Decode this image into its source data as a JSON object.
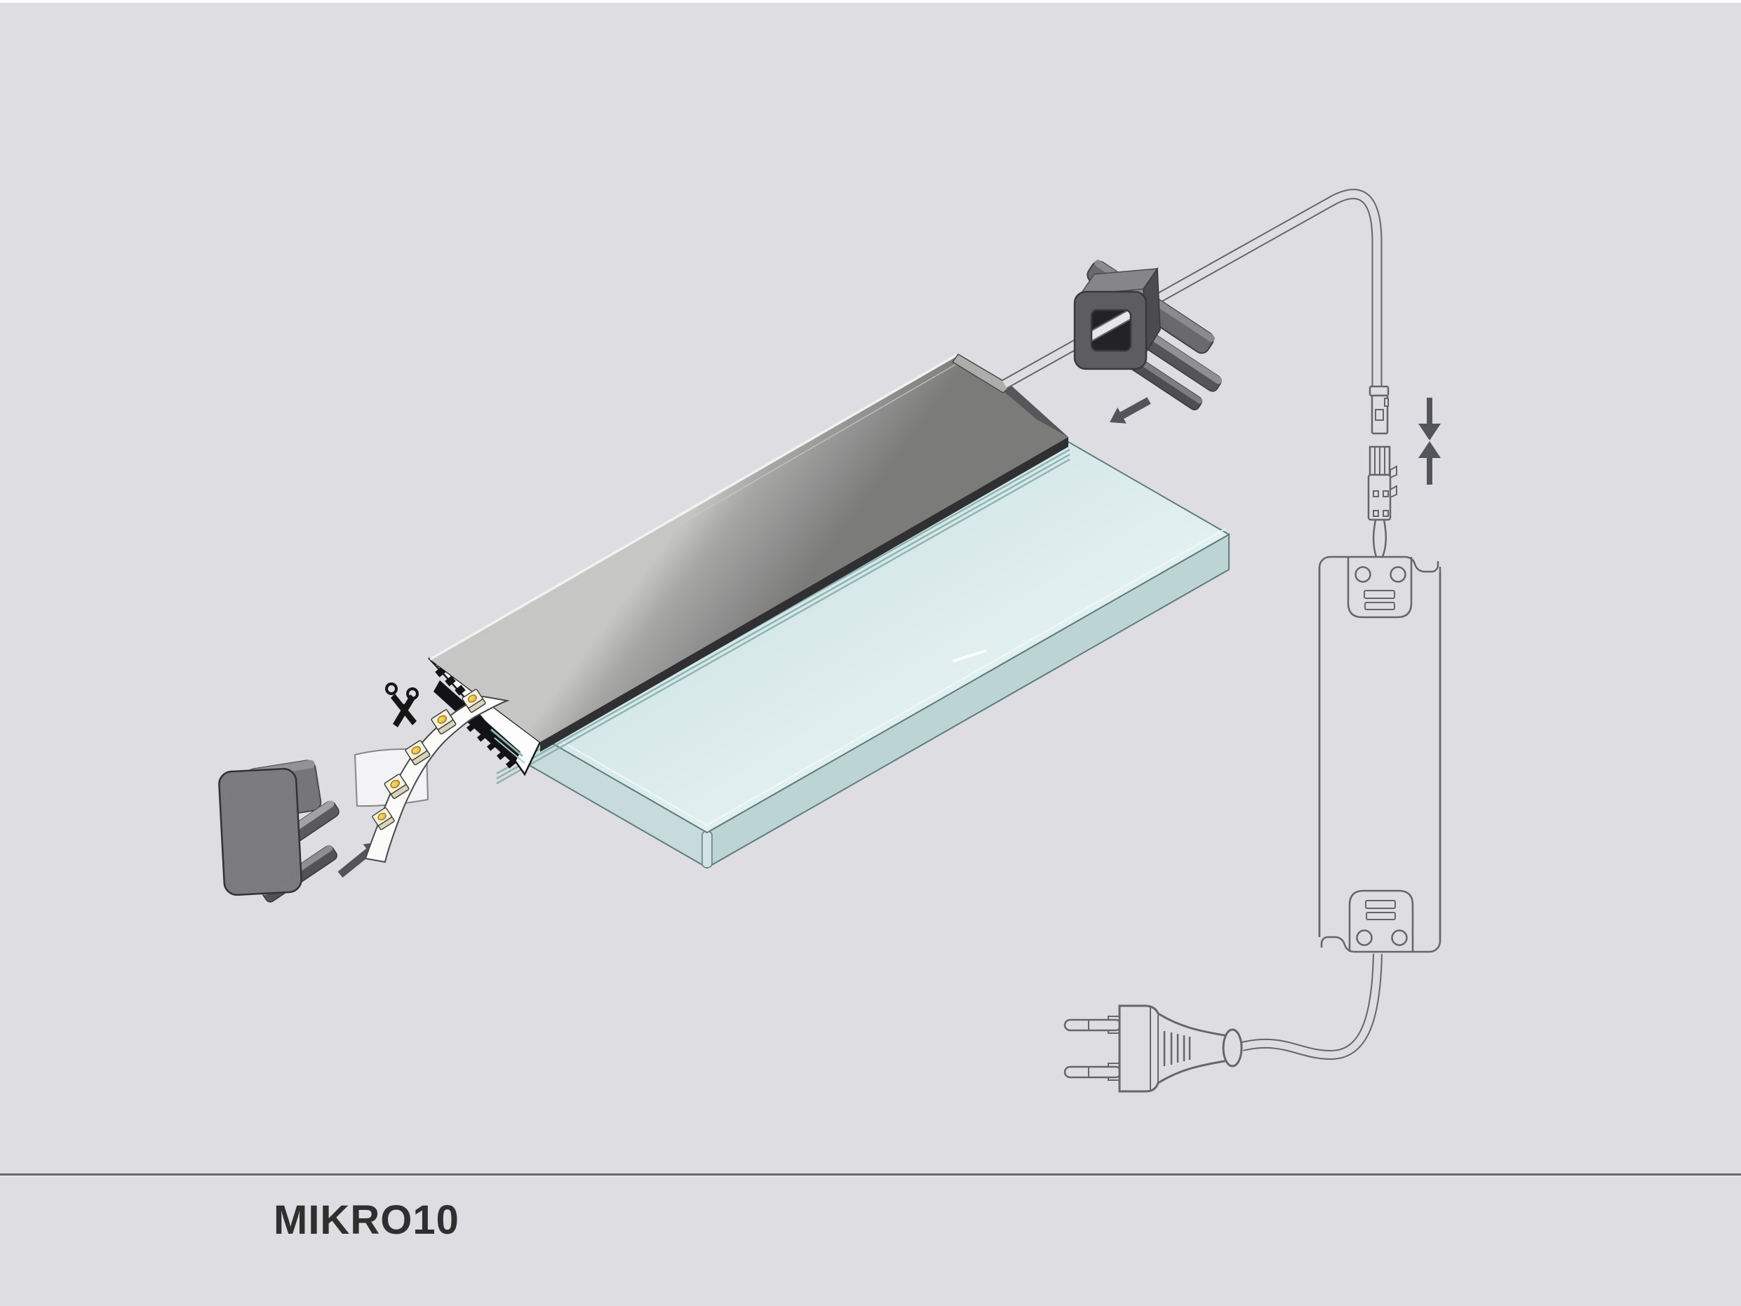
{
  "product": {
    "label": "MIKRO10"
  },
  "canvas": {
    "background": "#dedde1",
    "top_border": "#ffffff",
    "divider_color": "#67676b",
    "label_color": "#2f2f2e"
  },
  "colors": {
    "line_art_outline": "#66666a",
    "arrow": "#54555a",
    "profile_aluminum": "#999997",
    "profile_top_highlight": "#f2f2f0",
    "profile_shadow_lip": "#303032",
    "heatsink_fins": "#161618",
    "end_cap_gray": "#5c5c5e",
    "glass_top": "#dcecec",
    "glass_side": "#c3d8d9",
    "glass_edge": "#5f7d7f",
    "glass_groove_stripe": "#83abad",
    "led_strip_white": "#fbfbf9",
    "led_chip_body": "#f6f2de",
    "led_chip_gold": "#e0b94a",
    "scissors": "#151515"
  },
  "icons": [
    {
      "name": "scissors-icon"
    },
    {
      "name": "insert-arrow-left-icon"
    },
    {
      "name": "insert-arrow-right-icon"
    },
    {
      "name": "press-together-arrows-icon"
    }
  ],
  "scene": {
    "parts": [
      {
        "name": "glass-shelf"
      },
      {
        "name": "aluminum-led-profile"
      },
      {
        "name": "led-strip-with-chips"
      },
      {
        "name": "adhesive-liner"
      },
      {
        "name": "end-cap-left"
      },
      {
        "name": "end-cap-right"
      },
      {
        "name": "connection-cable"
      },
      {
        "name": "connector-pair"
      },
      {
        "name": "led-driver-power-supply"
      },
      {
        "name": "mains-cable"
      },
      {
        "name": "euro-power-plug"
      }
    ]
  }
}
